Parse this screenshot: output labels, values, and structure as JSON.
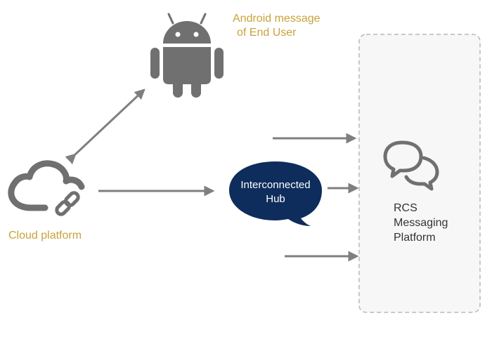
{
  "colors": {
    "icon_gray": "#707070",
    "arrow_gray": "#7f7f7f",
    "label_gold": "#c9a23a",
    "hub_fill": "#0e2d5c",
    "hub_text": "#ffffff",
    "platform_border": "#b8b8b8",
    "platform_fill": "#f7f7f7",
    "platform_text": "#333333"
  },
  "icons": {
    "android": "android-robot-icon",
    "cloud": "cloud-link-icon",
    "chat": "chat-bubbles-icon"
  },
  "android": {
    "label_line1": "Android message",
    "label_line2": "of End User"
  },
  "cloud": {
    "label": "Cloud platform"
  },
  "hub": {
    "label_line1": "Interconnected",
    "label_line2": "Hub"
  },
  "platform": {
    "label_line1": "RCS",
    "label_line2": "Messaging",
    "label_line3": "Platform"
  }
}
